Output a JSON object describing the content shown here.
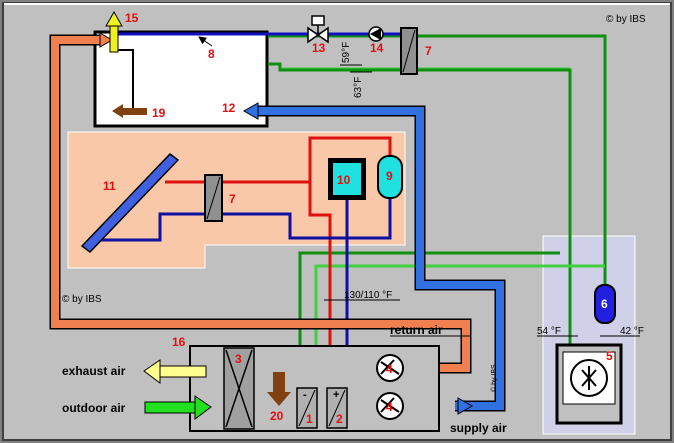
{
  "copyright": {
    "top_right": "© by IBS",
    "left": "© by IBS"
  },
  "numbers": {
    "n1": "1",
    "n2": "2",
    "n3": "3",
    "n4a": "4",
    "n4b": "4",
    "n5": "5",
    "n6": "6",
    "n7a": "7",
    "n7b": "7",
    "n8": "8",
    "n9": "9",
    "n10": "10",
    "n11": "11",
    "n12": "12",
    "n13": "13",
    "n14": "14",
    "n15": "15",
    "n16": "16",
    "n19": "19",
    "n20": "20"
  },
  "labels": {
    "exhaust_air": "exhaust air",
    "outdoor_air": "outdoor air",
    "return_air": "return air",
    "supply_air": "supply air",
    "temp_59": "59°F",
    "temp_63": "63°F",
    "temp_130_110": "130/110 °F",
    "temp_54": "54 °F",
    "temp_42": "42 °F",
    "vertical_ibs": "© by IBS",
    "minus": "-",
    "plus": "+"
  },
  "colors": {
    "background": "#c0c0c0",
    "solar_zone": "#f8c8a8",
    "chiller_zone": "#d0d0e8",
    "supply_duct": "#3070e0",
    "exhaust_duct": "#f08050",
    "green_pipe": "#109010",
    "light_green_pipe": "#40d040",
    "red_pipe": "#e01010",
    "blue_pipe": "#1010a0",
    "cyan": "#20e0e0",
    "brown": "#804010",
    "yellow": "#f0f020"
  }
}
